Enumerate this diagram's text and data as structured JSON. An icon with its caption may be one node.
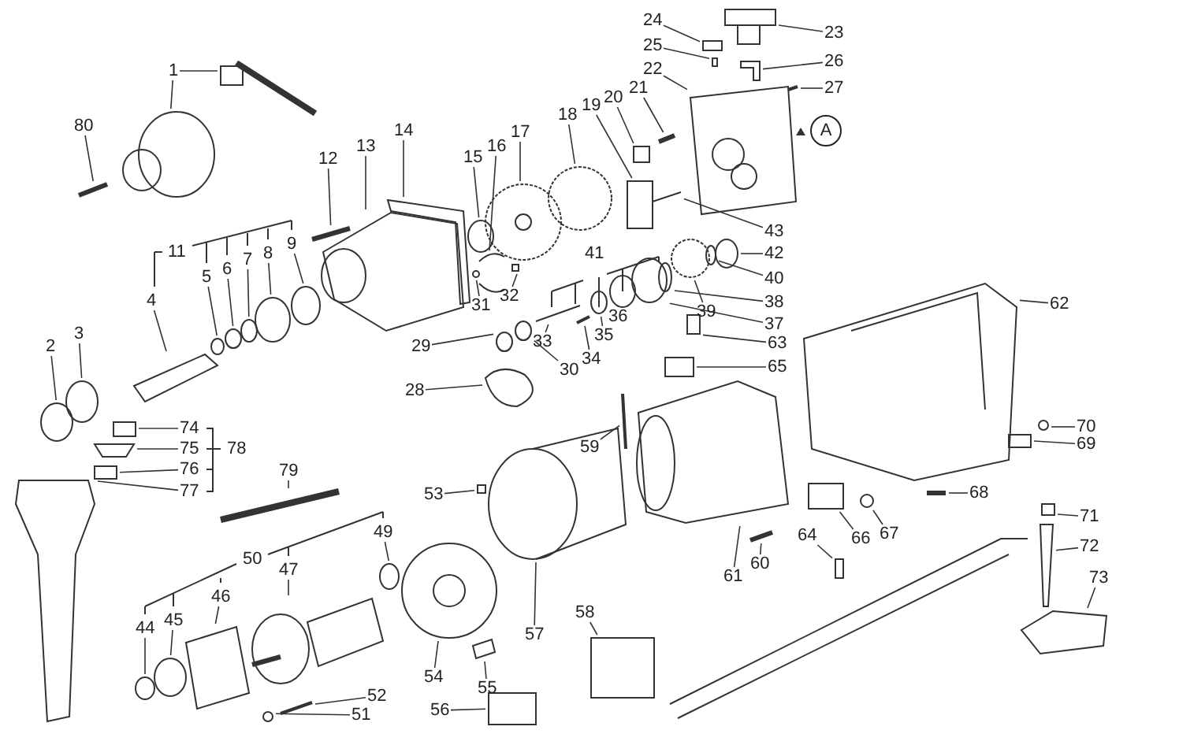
{
  "diagram": {
    "nodes": [
      {
        "text": [
          "1"
        ]
      },
      {
        "text": [
          "80"
        ]
      },
      {
        "text": [
          "2"
        ]
      },
      {
        "text": [
          "3"
        ]
      },
      {
        "text": [
          "4"
        ]
      },
      {
        "text": [
          "5"
        ]
      },
      {
        "text": [
          "6"
        ]
      },
      {
        "text": [
          "7"
        ]
      },
      {
        "text": [
          "8"
        ]
      },
      {
        "text": [
          "9"
        ]
      },
      {
        "text": [
          "12"
        ]
      },
      {
        "text": [
          "13"
        ]
      },
      {
        "text": [
          "14"
        ]
      },
      {
        "text": [
          "15"
        ]
      },
      {
        "text": [
          "16"
        ]
      },
      {
        "text": [
          "17"
        ]
      },
      {
        "text": [
          "18"
        ]
      },
      {
        "text": [
          "19"
        ]
      },
      {
        "text": [
          "20"
        ]
      },
      {
        "text": [
          "21"
        ]
      },
      {
        "text": [
          "22"
        ]
      },
      {
        "text": [
          "23"
        ]
      },
      {
        "text": [
          "24"
        ]
      },
      {
        "text": [
          "25"
        ]
      },
      {
        "text": [
          "26"
        ]
      },
      {
        "text": [
          "27"
        ]
      },
      {
        "text": [
          "28"
        ]
      },
      {
        "text": [
          "29"
        ]
      },
      {
        "text": [
          "30"
        ]
      },
      {
        "text": [
          "31"
        ]
      },
      {
        "text": [
          "32"
        ]
      },
      {
        "text": [
          "33"
        ]
      },
      {
        "text": [
          "34"
        ]
      },
      {
        "text": [
          "35"
        ]
      },
      {
        "text": [
          "36"
        ]
      },
      {
        "text": [
          "37"
        ]
      },
      {
        "text": [
          "38"
        ]
      },
      {
        "text": [
          "39"
        ]
      },
      {
        "text": [
          "40"
        ]
      },
      {
        "text": [
          "42"
        ]
      },
      {
        "text": [
          "43"
        ]
      },
      {
        "text": [
          "A"
        ]
      },
      {
        "text": [
          "44"
        ]
      },
      {
        "text": [
          "45"
        ]
      },
      {
        "text": [
          "46"
        ]
      },
      {
        "text": [
          "47"
        ]
      },
      {
        "text": [
          "49"
        ]
      },
      {
        "text": [
          "51"
        ]
      },
      {
        "text": [
          "52"
        ]
      },
      {
        "text": [
          "53"
        ]
      },
      {
        "text": [
          "54"
        ]
      },
      {
        "text": [
          "55"
        ]
      },
      {
        "text": [
          "56"
        ]
      },
      {
        "text": [
          "57"
        ]
      },
      {
        "text": [
          "58"
        ]
      },
      {
        "text": [
          "59"
        ]
      },
      {
        "text": [
          "60"
        ]
      },
      {
        "text": [
          "61"
        ]
      },
      {
        "text": [
          "62"
        ]
      },
      {
        "text": [
          "63"
        ]
      },
      {
        "text": [
          "64"
        ]
      },
      {
        "text": [
          "65"
        ]
      },
      {
        "text": [
          "66"
        ]
      },
      {
        "text": [
          "67"
        ]
      },
      {
        "text": [
          "68"
        ]
      },
      {
        "text": [
          "69"
        ]
      },
      {
        "text": [
          "70"
        ]
      },
      {
        "text": [
          "71"
        ]
      },
      {
        "text": [
          "72"
        ]
      },
      {
        "text": [
          "73"
        ]
      },
      {
        "text": [
          "74"
        ]
      },
      {
        "text": [
          "75"
        ]
      },
      {
        "text": [
          "76"
        ]
      },
      {
        "text": [
          "77"
        ]
      },
      {
        "text": [
          "79"
        ]
      },
      {
        "text": [],
        "shape": "bar"
      },
      {
        "text": [],
        "shape": "circle"
      },
      {
        "text": [],
        "shape": "bar"
      },
      {
        "text": [],
        "shape": "circle"
      },
      {
        "text": [],
        "shape": "circle"
      },
      {
        "text": [],
        "shape": "box"
      },
      {
        "text": [],
        "shape": "circle"
      },
      {
        "text": [],
        "shape": "circle"
      },
      {
        "text": [],
        "shape": "circle"
      },
      {
        "text": [],
        "shape": "circle"
      },
      {
        "text": [],
        "shape": "circle"
      },
      {
        "text": [],
        "shape": "bar"
      },
      {
        "text": [],
        "shape": "box"
      },
      {
        "text": [],
        "shape": "box"
      },
      {
        "text": [],
        "shape": "circle"
      },
      {
        "text": [],
        "shape": "picture"
      },
      {
        "text": [],
        "shape": "circle"
      },
      {
        "text": [],
        "shape": "circle"
      },
      {
        "text": [],
        "shape": "box"
      },
      {
        "text": [],
        "shape": "box"
      },
      {
        "text": [],
        "shape": "bar"
      },
      {
        "text": [],
        "shape": "box"
      },
      {
        "text": [],
        "shape": "box"
      },
      {
        "text": [],
        "shape": "box"
      },
      {
        "text": [],
        "shape": "box"
      },
      {
        "text": [],
        "shape": "box"
      },
      {
        "text": [],
        "shape": "bar"
      },
      {
        "text": [],
        "shape": "picture"
      },
      {
        "text": [],
        "shape": "circle"
      },
      {
        "text": [],
        "shape": "circle"
      },
      {
        "text": [],
        "shape": "circle"
      },
      {
        "text": [],
        "shape": "box"
      },
      {
        "text": [],
        "shape": "bar"
      },
      {
        "text": [],
        "shape": "bar"
      },
      {
        "text": [],
        "shape": "circle"
      },
      {
        "text": [],
        "shape": "circle"
      },
      {
        "text": [],
        "shape": "circle"
      },
      {
        "text": [],
        "shape": "circle"
      },
      {
        "text": [],
        "shape": "circle"
      },
      {
        "text": [],
        "shape": "circle"
      },
      {
        "text": [],
        "shape": "circle"
      },
      {
        "text": [],
        "shape": "bar"
      },
      {
        "text": [],
        "shape": "circle"
      },
      {
        "text": [],
        "shape": "circle"
      },
      {
        "text": [],
        "shape": "box"
      },
      {
        "text": [],
        "shape": "cylinder"
      },
      {
        "text": [],
        "shape": "circle"
      },
      {
        "text": [],
        "shape": "circle"
      },
      {
        "text": [],
        "shape": "bar"
      },
      {
        "text": [],
        "shape": "box"
      },
      {
        "text": [],
        "shape": "circle"
      },
      {
        "text": [],
        "shape": "box"
      },
      {
        "text": [],
        "shape": "box"
      },
      {
        "text": [],
        "shape": "cylinder"
      },
      {
        "text": [],
        "shape": "box"
      },
      {
        "text": [],
        "shape": "bar"
      },
      {
        "text": [],
        "shape": "bar"
      },
      {
        "text": [],
        "shape": "box"
      },
      {
        "text": [],
        "shape": "box"
      },
      {
        "text": [],
        "shape": "box"
      },
      {
        "text": [],
        "shape": "box"
      },
      {
        "text": [],
        "shape": "box"
      },
      {
        "text": [],
        "shape": "box"
      },
      {
        "text": [],
        "shape": "circle"
      },
      {
        "text": [],
        "shape": "bar"
      },
      {
        "text": [],
        "shape": "box"
      },
      {
        "text": [],
        "shape": "circle"
      },
      {
        "text": [],
        "shape": "box"
      },
      {
        "text": [],
        "shape": "bar"
      },
      {
        "text": [],
        "shape": "box"
      },
      {
        "text": [],
        "shape": "box"
      },
      {
        "text": [],
        "shape": "box"
      },
      {
        "text": [],
        "shape": "box"
      },
      {
        "text": [],
        "shape": "box"
      },
      {
        "text": [],
        "shape": "bar"
      }
    ],
    "edges": [
      {
        "from": 0,
        "to": 75,
        "arrow": "none"
      },
      {
        "from": 0,
        "to": 76,
        "arrow": "none"
      },
      {
        "from": 1,
        "to": 77,
        "arrow": "none"
      },
      {
        "from": 2,
        "to": 78,
        "arrow": "none"
      },
      {
        "from": 3,
        "to": 79,
        "arrow": "none"
      },
      {
        "from": 4,
        "to": 80,
        "arrow": "none"
      },
      {
        "from": 5,
        "to": 81,
        "arrow": "none"
      },
      {
        "from": 6,
        "to": 82,
        "arrow": "none"
      },
      {
        "from": 7,
        "to": 83,
        "arrow": "none"
      },
      {
        "from": 8,
        "to": 84,
        "arrow": "none"
      },
      {
        "from": 9,
        "to": 85,
        "arrow": "none"
      },
      {
        "from": 10,
        "to": 86,
        "arrow": "none"
      },
      {
        "from": 11,
        "to": 87,
        "arrow": "none"
      },
      {
        "from": 12,
        "to": 88,
        "arrow": "none"
      },
      {
        "from": 13,
        "to": 89,
        "arrow": "none"
      },
      {
        "from": 14,
        "to": 90,
        "arrow": "none"
      },
      {
        "from": 15,
        "to": 91,
        "arrow": "none"
      },
      {
        "from": 16,
        "to": 92,
        "arrow": "none"
      },
      {
        "from": 17,
        "to": 93,
        "arrow": "none"
      },
      {
        "from": 18,
        "to": 94,
        "arrow": "none"
      },
      {
        "from": 19,
        "to": 95,
        "arrow": "none"
      },
      {
        "from": 20,
        "to": 96,
        "arrow": "none"
      },
      {
        "from": 21,
        "to": 97,
        "arrow": "none"
      },
      {
        "from": 22,
        "to": 98,
        "arrow": "none"
      },
      {
        "from": 23,
        "to": 99,
        "arrow": "none"
      },
      {
        "from": 24,
        "to": 100,
        "arrow": "none"
      },
      {
        "from": 25,
        "to": 101,
        "arrow": "none"
      },
      {
        "from": 26,
        "to": 102,
        "arrow": "none"
      },
      {
        "from": 27,
        "to": 103,
        "arrow": "none"
      },
      {
        "from": 28,
        "to": 104,
        "arrow": "none"
      },
      {
        "from": 29,
        "to": 105,
        "arrow": "none"
      },
      {
        "from": 30,
        "to": 106,
        "arrow": "none"
      },
      {
        "from": 31,
        "to": 107,
        "arrow": "none"
      },
      {
        "from": 32,
        "to": 108,
        "arrow": "none"
      },
      {
        "from": 33,
        "to": 109,
        "arrow": "none"
      },
      {
        "from": 34,
        "to": 110,
        "arrow": "none"
      },
      {
        "from": 35,
        "to": 111,
        "arrow": "none"
      },
      {
        "from": 36,
        "to": 112,
        "arrow": "none"
      },
      {
        "from": 37,
        "to": 113,
        "arrow": "none"
      },
      {
        "from": 38,
        "to": 114,
        "arrow": "none"
      },
      {
        "from": 39,
        "to": 115,
        "arrow": "none"
      },
      {
        "from": 40,
        "to": 116,
        "arrow": "none"
      },
      {
        "from": 42,
        "to": 117,
        "arrow": "none"
      },
      {
        "from": 43,
        "to": 118,
        "arrow": "none"
      },
      {
        "from": 44,
        "to": 119,
        "arrow": "none"
      },
      {
        "from": 45,
        "to": 120,
        "arrow": "none"
      },
      {
        "from": 46,
        "to": 121,
        "arrow": "none"
      },
      {
        "from": 47,
        "to": 122,
        "arrow": "none"
      },
      {
        "from": 48,
        "to": 123,
        "arrow": "none"
      },
      {
        "from": 49,
        "to": 124,
        "arrow": "none"
      },
      {
        "from": 50,
        "to": 125,
        "arrow": "none"
      },
      {
        "from": 51,
        "to": 126,
        "arrow": "none"
      },
      {
        "from": 52,
        "to": 127,
        "arrow": "none"
      },
      {
        "from": 53,
        "to": 128,
        "arrow": "none"
      },
      {
        "from": 54,
        "to": 129,
        "arrow": "none"
      },
      {
        "from": 55,
        "to": 130,
        "arrow": "none"
      },
      {
        "from": 56,
        "to": 131,
        "arrow": "none"
      },
      {
        "from": 57,
        "to": 132,
        "arrow": "none"
      },
      {
        "from": 58,
        "to": 133,
        "arrow": "none"
      },
      {
        "from": 59,
        "to": 134,
        "arrow": "none"
      },
      {
        "from": 60,
        "to": 135,
        "arrow": "none"
      },
      {
        "from": 61,
        "to": 136,
        "arrow": "none"
      },
      {
        "from": 62,
        "to": 137,
        "arrow": "none"
      },
      {
        "from": 63,
        "to": 138,
        "arrow": "none"
      },
      {
        "from": 64,
        "to": 139,
        "arrow": "none"
      },
      {
        "from": 65,
        "to": 140,
        "arrow": "none"
      },
      {
        "from": 66,
        "to": 141,
        "arrow": "none"
      },
      {
        "from": 67,
        "to": 142,
        "arrow": "none"
      },
      {
        "from": 68,
        "to": 143,
        "arrow": "none"
      },
      {
        "from": 69,
        "to": 144,
        "arrow": "none"
      },
      {
        "from": 70,
        "to": 145,
        "arrow": "none"
      },
      {
        "from": 71,
        "to": 146,
        "arrow": "none"
      },
      {
        "from": 72,
        "to": 147,
        "arrow": "none"
      },
      {
        "from": 73,
        "to": 148,
        "arrow": "none"
      },
      {
        "from": 74,
        "to": 149,
        "arrow": "none"
      }
    ],
    "labels": [
      "11",
      "41",
      "50",
      "78"
    ]
  }
}
